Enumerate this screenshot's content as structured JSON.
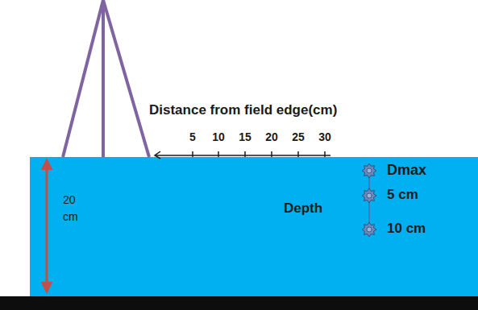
{
  "diagram": {
    "labels": [
      "Distance from field edge(cm)",
      "5",
      "10",
      "15",
      "20",
      "25",
      "30",
      "20 cm",
      "Depth",
      "Dmax",
      "5 cm",
      "10 cm"
    ]
  }
}
